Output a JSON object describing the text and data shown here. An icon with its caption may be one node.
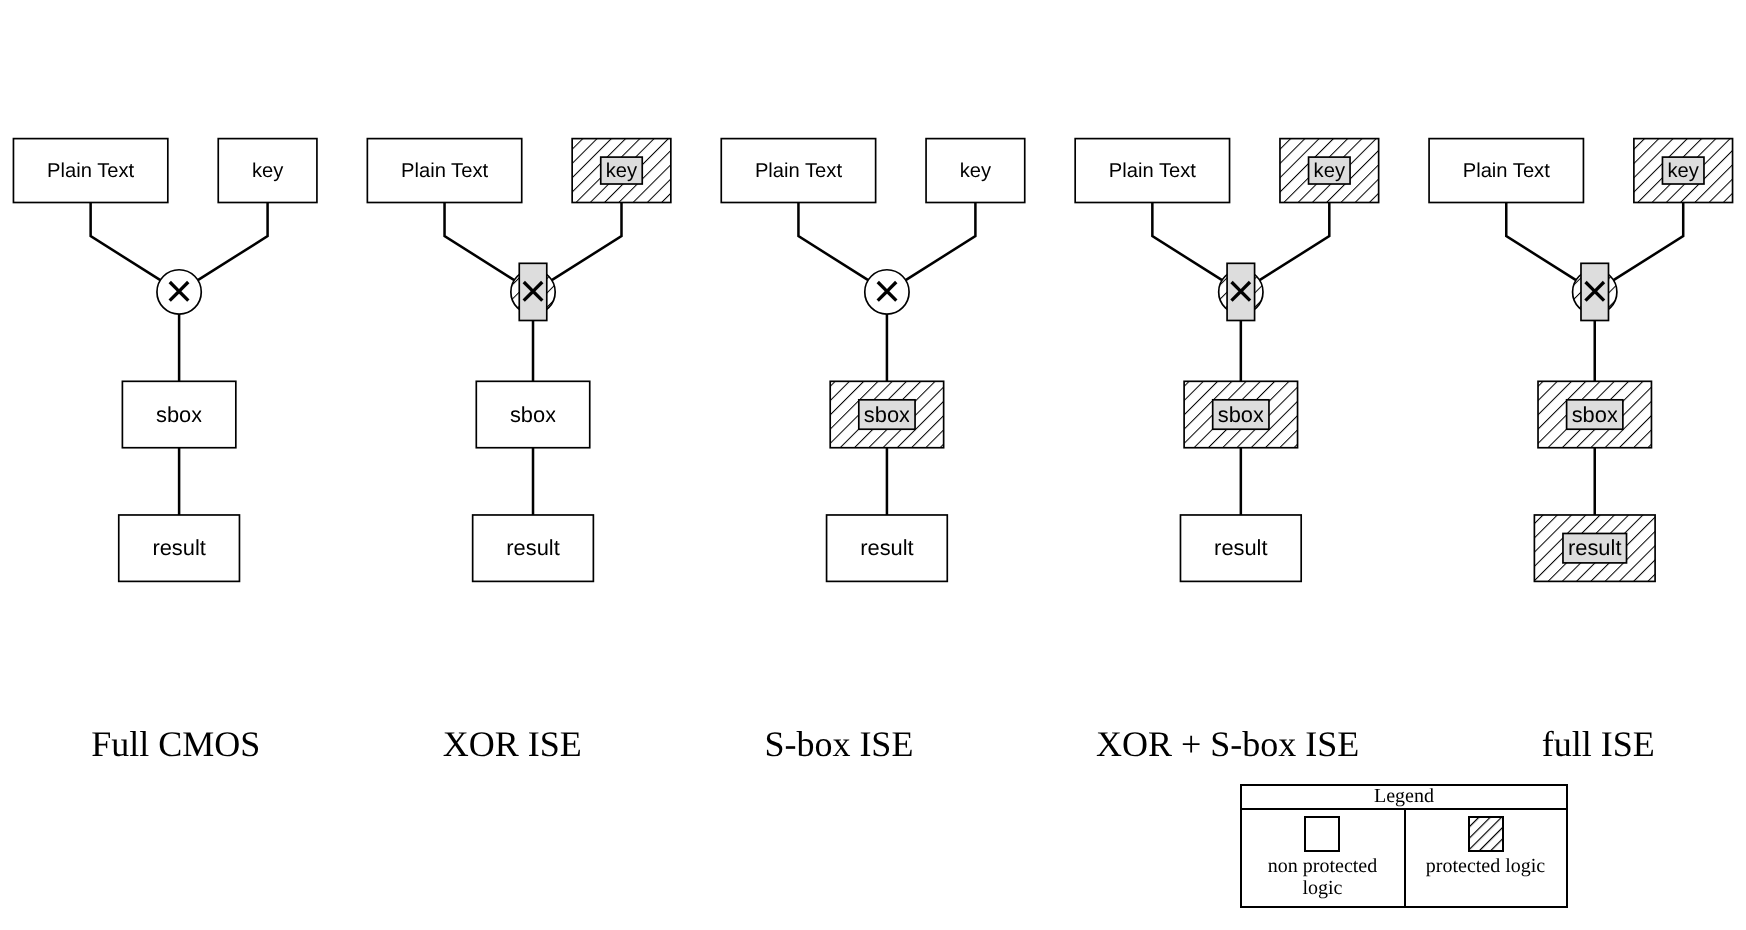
{
  "diagram": {
    "nodes": [
      {
        "text": [
          "Plain Text"
        ]
      },
      {
        "text": [
          "key"
        ]
      },
      {
        "text": [
          "×"
        ]
      },
      {
        "text": [
          "sbox"
        ]
      },
      {
        "text": [
          "result"
        ]
      },
      {
        "text": [
          "Plain Text"
        ]
      },
      {
        "text": [
          "key"
        ]
      },
      {
        "text": [
          "×"
        ]
      },
      {
        "text": [
          "sbox"
        ]
      },
      {
        "text": [
          "result"
        ]
      },
      {
        "text": [
          "Plain Text"
        ]
      },
      {
        "text": [
          "key"
        ]
      },
      {
        "text": [
          "×"
        ]
      },
      {
        "text": [
          "sbox"
        ]
      },
      {
        "text": [
          "result"
        ]
      },
      {
        "text": [
          "Plain Text"
        ]
      },
      {
        "text": [
          "key"
        ]
      },
      {
        "text": [
          "×"
        ]
      },
      {
        "text": [
          "sbox"
        ]
      },
      {
        "text": [
          "result"
        ]
      },
      {
        "text": [
          "Plain Text"
        ]
      },
      {
        "text": [
          "key"
        ]
      },
      {
        "text": [
          "×"
        ]
      },
      {
        "text": [
          "sbox"
        ]
      },
      {
        "text": [
          "result"
        ]
      }
    ],
    "edges": [
      {
        "from": 0,
        "to": 2,
        "arrow": "none"
      },
      {
        "from": 1,
        "to": 2,
        "arrow": "none"
      },
      {
        "from": 2,
        "to": 3,
        "arrow": "none"
      },
      {
        "from": 3,
        "to": 4,
        "arrow": "none"
      },
      {
        "from": 5,
        "to": 7,
        "arrow": "none"
      },
      {
        "from": 6,
        "to": 7,
        "arrow": "none"
      },
      {
        "from": 7,
        "to": 8,
        "arrow": "none"
      },
      {
        "from": 8,
        "to": 9,
        "arrow": "none"
      },
      {
        "from": 10,
        "to": 12,
        "arrow": "none"
      },
      {
        "from": 11,
        "to": 12,
        "arrow": "none"
      },
      {
        "from": 12,
        "to": 13,
        "arrow": "none"
      },
      {
        "from": 13,
        "to": 14,
        "arrow": "none"
      },
      {
        "from": 15,
        "to": 17,
        "arrow": "none"
      },
      {
        "from": 16,
        "to": 17,
        "arrow": "none"
      },
      {
        "from": 17,
        "to": 18,
        "arrow": "none"
      },
      {
        "from": 18,
        "to": 19,
        "arrow": "none"
      },
      {
        "from": 20,
        "to": 22,
        "arrow": "none"
      },
      {
        "from": 21,
        "to": 22,
        "arrow": "none"
      },
      {
        "from": 22,
        "to": 23,
        "arrow": "none"
      },
      {
        "from": 23,
        "to": 24,
        "arrow": "none"
      }
    ],
    "labels": [
      "Full CMOS",
      "XOR ISE",
      "S-box ISE",
      "XOR + S-box ISE",
      "full ISE",
      "Legend"
    ],
    "legend": [
      {
        "text": "non protected logic",
        "color": "#ffffff"
      },
      {
        "text": "protected logic"
      }
    ]
  }
}
